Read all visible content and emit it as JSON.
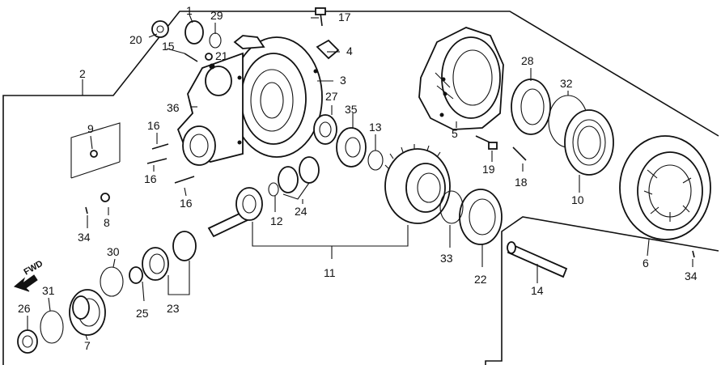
{
  "labels": {
    "p1": "1",
    "p2": "2",
    "p3": "3",
    "p4": "4",
    "p5": "5",
    "p6": "6",
    "p7": "7",
    "p8": "8",
    "p9": "9",
    "p10": "10",
    "p11": "11",
    "p12": "12",
    "p13": "13",
    "p14": "14",
    "p15": "15",
    "p16a": "16",
    "p16b": "16",
    "p16c": "16",
    "p17": "17",
    "p18": "18",
    "p19": "19",
    "p20": "20",
    "p21": "21",
    "p22": "22",
    "p23": "23",
    "p24": "24",
    "p25": "25",
    "p26": "26",
    "p27": "27",
    "p28": "28",
    "p29": "29",
    "p30": "30",
    "p31": "31",
    "p32": "32",
    "p33": "33",
    "p34a": "34",
    "p34b": "34",
    "p35": "35",
    "p36": "36"
  },
  "fwd_label": "FWD"
}
